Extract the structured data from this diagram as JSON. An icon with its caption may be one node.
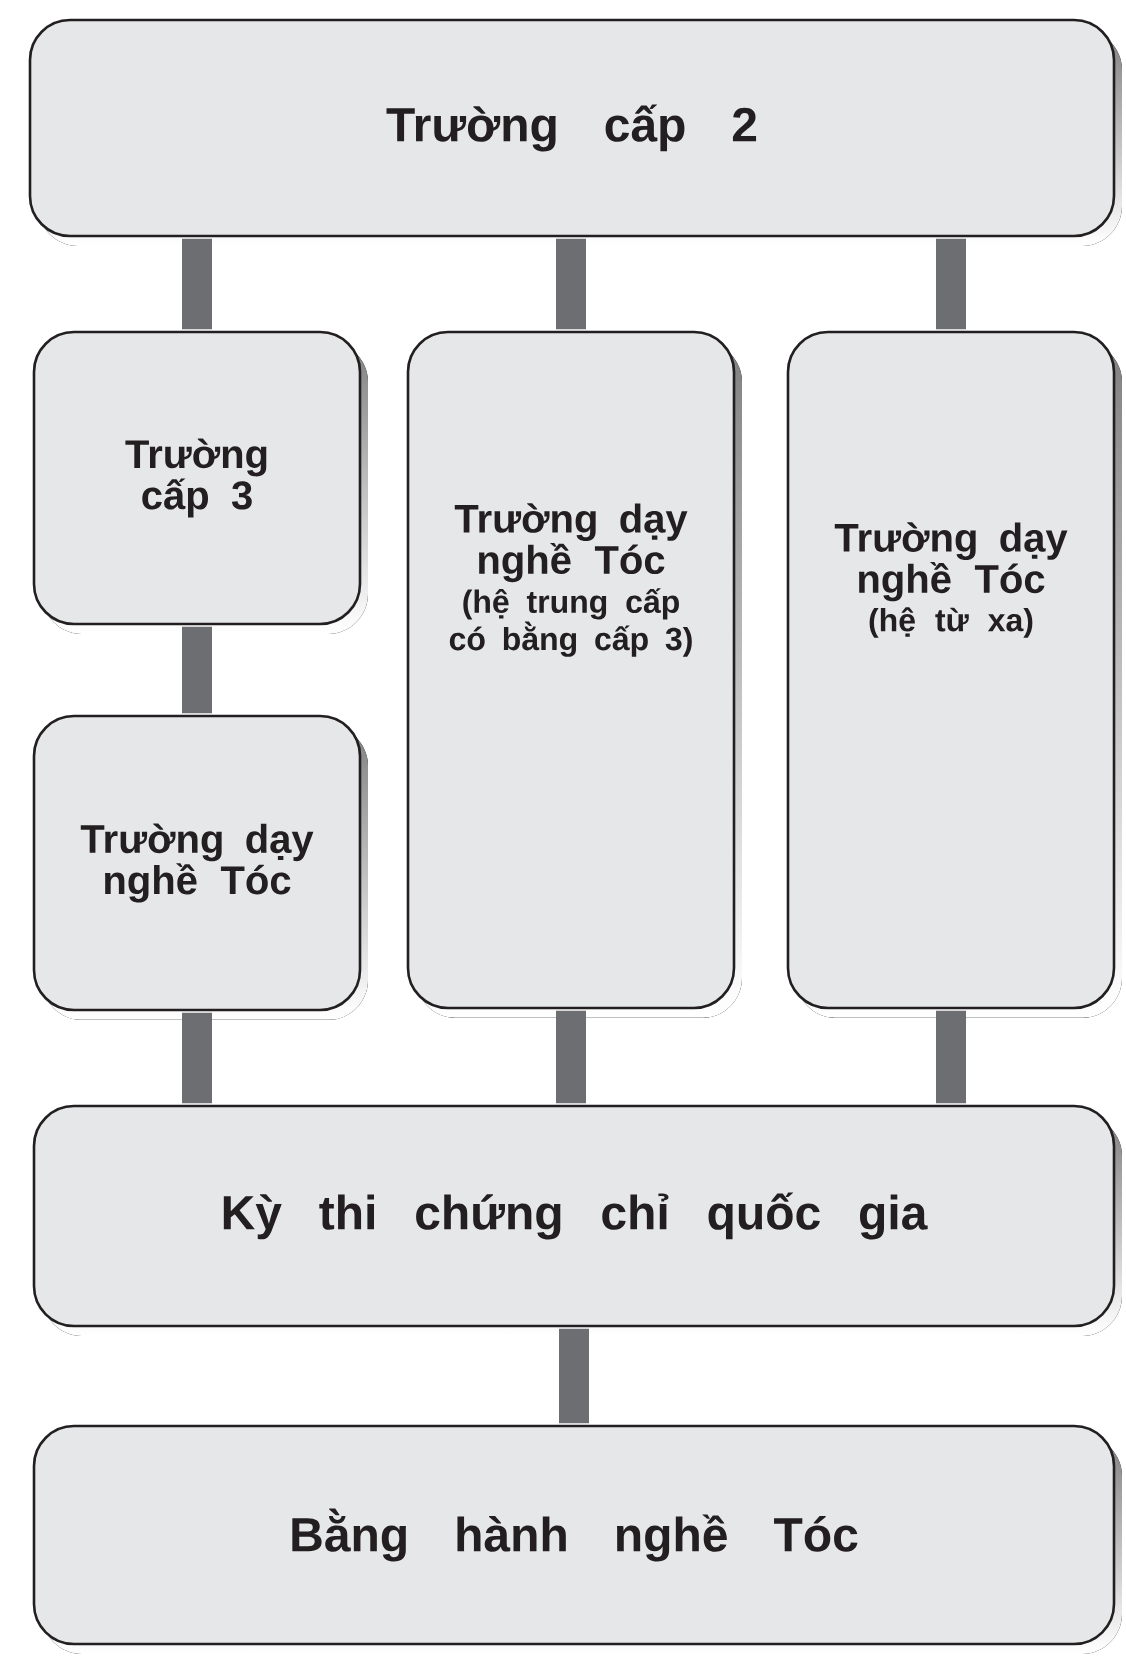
{
  "diagram": {
    "nodes": [
      {
        "text": [
          "Trường cấp 2"
        ]
      },
      {
        "text": [
          "Trường cấp 3"
        ]
      },
      {
        "text": [
          "Trường dạy nghề Tóc",
          "(hệ trung cấp có bằng cấp 3)"
        ]
      },
      {
        "text": [
          "Trường dạy nghề Tóc",
          "(hệ từ xa)"
        ]
      },
      {
        "text": [
          "Trường dạy nghề Tóc"
        ]
      },
      {
        "text": [
          "Kỳ thi chứng chỉ quốc gia"
        ]
      },
      {
        "text": [
          "Bằng hành nghề Tóc"
        ]
      }
    ],
    "edges": [
      {
        "from": 0,
        "to": 1,
        "arrow": "none"
      },
      {
        "from": 0,
        "to": 2,
        "arrow": "none"
      },
      {
        "from": 0,
        "to": 3,
        "arrow": "none"
      },
      {
        "from": 1,
        "to": 4,
        "arrow": "none"
      },
      {
        "from": 4,
        "to": 5,
        "arrow": "none"
      },
      {
        "from": 2,
        "to": 5,
        "arrow": "none"
      },
      {
        "from": 3,
        "to": 5,
        "arrow": "none"
      },
      {
        "from": 5,
        "to": 6,
        "arrow": "none"
      }
    ]
  }
}
